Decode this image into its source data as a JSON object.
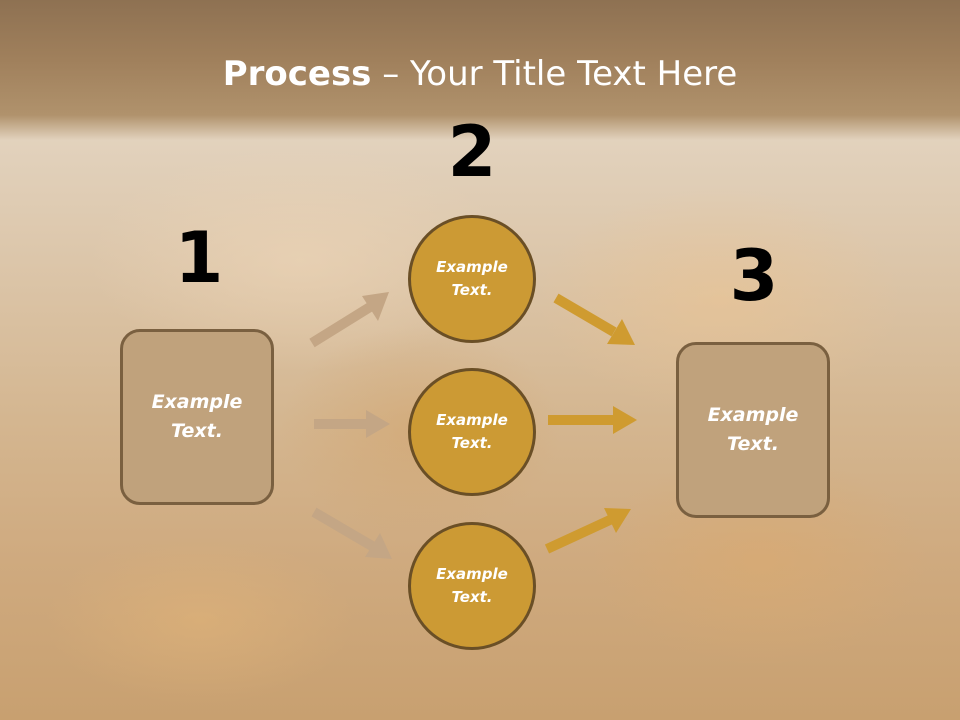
{
  "title": {
    "bold": "Process",
    "rest": " – Your Title Text Here"
  },
  "steps": [
    {
      "number": "1",
      "label": "Example\nText."
    },
    {
      "number": "2",
      "labels": [
        "Example\nText.",
        "Example\nText.",
        "Example\nText."
      ]
    },
    {
      "number": "3",
      "label": "Example\nText."
    }
  ],
  "colors": {
    "box_fill": "#c0a27c",
    "box_border": "#7a6040",
    "circle_fill": "#cc9a34",
    "circle_border": "#6a4f26",
    "arrow_left": "#c4a685",
    "arrow_right": "#cf9b30"
  }
}
